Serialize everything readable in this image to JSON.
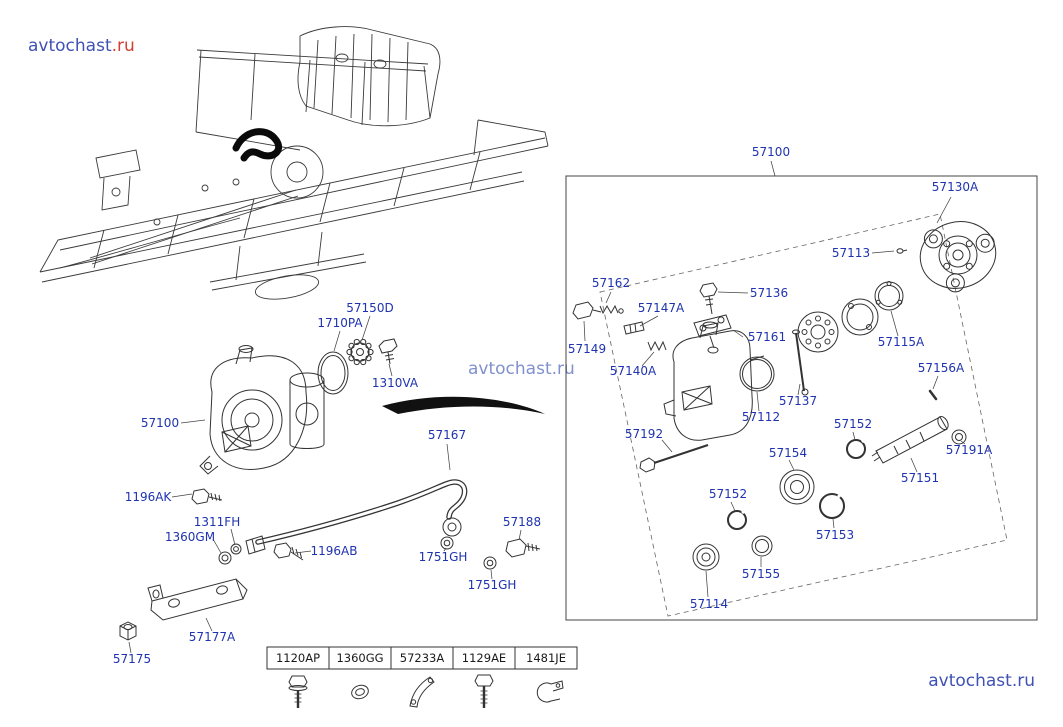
{
  "watermarks": {
    "top_left": {
      "main": "avtochast",
      "suffix": ".ru"
    },
    "center": {
      "main": "avtochast",
      "suffix": ".ru"
    },
    "bottom_right": {
      "main": "avtochast",
      "suffix": ".ru"
    }
  },
  "labels": {
    "box_57100": "57100",
    "cover_57130A": "57130A",
    "pin_57113": "57113",
    "bolt_57136": "57136",
    "valve_57162": "57162",
    "spool_57147A": "57147A",
    "plug_57149": "57149",
    "fitting_57161": "57161",
    "plate_57115A": "57115A",
    "spring_57140A": "57140A",
    "pin_57156A": "57156A",
    "stud_57137": "57137",
    "oring_57112": "57112",
    "bolt_57192": "57192",
    "ring_57152_right": "57152",
    "bearing_57154": "57154",
    "washer_57191A": "57191A",
    "shaft_57151": "57151",
    "ring_57152_left": "57152",
    "ring_57153": "57153",
    "ring_57155": "57155",
    "seal_57114": "57114",
    "gear_57150D": "57150D",
    "oring_1710PA": "1710PA",
    "bolt_1310VA": "1310VA",
    "pump_57100": "57100",
    "hose_57167": "57167",
    "bolt_1196AK": "1196AK",
    "washer_1311FH": "1311FH",
    "oring_1360GM": "1360GM",
    "bolt_1196AB": "1196AB",
    "bolt_57188": "57188",
    "washer_1751GH_upper": "1751GH",
    "washer_1751GH_lower": "1751GH",
    "bracket_57177A": "57177A",
    "nut_57175": "57175"
  },
  "table": {
    "columns": [
      {
        "part": "1120AP",
        "icon": "flange-bolt-icon"
      },
      {
        "part": "1360GG",
        "icon": "oring-icon"
      },
      {
        "part": "57233A",
        "icon": "strap-bracket-icon"
      },
      {
        "part": "1129AE",
        "icon": "hex-bolt-icon"
      },
      {
        "part": "1481JE",
        "icon": "hose-clamp-icon"
      }
    ]
  },
  "colors": {
    "label_blue": "#1f33b0",
    "watermark_blue": "#3f51b5",
    "watermark_red": "#d23f31",
    "watermark_gray": "#8090cc",
    "line_color": "#333333",
    "background": "#ffffff"
  }
}
